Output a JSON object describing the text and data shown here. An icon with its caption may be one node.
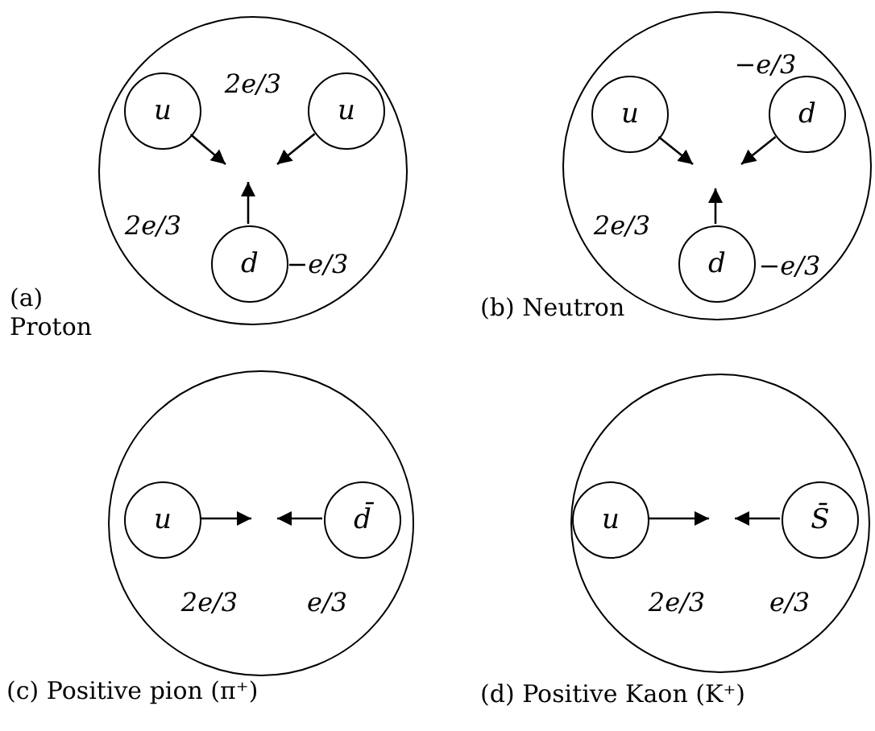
{
  "diagram": {
    "nodes": [
      {
        "text": [],
        "shape": "circle",
        "beside": [
          "(a) Proton"
        ]
      },
      {
        "text": [
          "u"
        ],
        "in": 0
      },
      {
        "text": [
          "u"
        ],
        "in": 0
      },
      {
        "text": [
          "d"
        ],
        "in": 0
      },
      {
        "text": [],
        "shape": "circle",
        "beside": [
          "(b) Neutron"
        ]
      },
      {
        "text": [
          "u"
        ],
        "in": 4
      },
      {
        "text": [
          "d"
        ],
        "in": 4
      },
      {
        "text": [
          "d"
        ],
        "in": 4
      },
      {
        "text": [],
        "shape": "circle",
        "beside": [
          "(c) Positive pion (π⁺)"
        ]
      },
      {
        "text": [
          "u"
        ],
        "in": 8
      },
      {
        "text": [
          "d̄"
        ],
        "in": 8
      },
      {
        "text": [],
        "shape": "circle",
        "beside": [
          "(d) Positive Kaon (K⁺)"
        ]
      },
      {
        "text": [
          "u"
        ],
        "in": 11
      },
      {
        "text": [
          "S̄"
        ],
        "in": 11
      }
    ],
    "edges": [
      {
        "from": 1,
        "to": null,
        "arrow": "to"
      },
      {
        "from": 2,
        "to": null,
        "arrow": "to"
      },
      {
        "from": 3,
        "to": null,
        "arrow": "to"
      },
      {
        "from": 5,
        "to": null,
        "arrow": "to"
      },
      {
        "from": 6,
        "to": null,
        "arrow": "to"
      },
      {
        "from": 7,
        "to": null,
        "arrow": "to"
      },
      {
        "from": 9,
        "to": null,
        "arrow": "to"
      },
      {
        "from": 10,
        "to": null,
        "arrow": "to"
      },
      {
        "from": 12,
        "to": null,
        "arrow": "to"
      },
      {
        "from": 13,
        "to": null,
        "arrow": "to"
      }
    ],
    "labels": [
      "2e/3",
      "2e/3",
      "−e/3",
      "−e/3",
      "2e/3",
      "−e/3",
      "2e/3",
      "e/3",
      "2e/3",
      "e/3"
    ]
  }
}
